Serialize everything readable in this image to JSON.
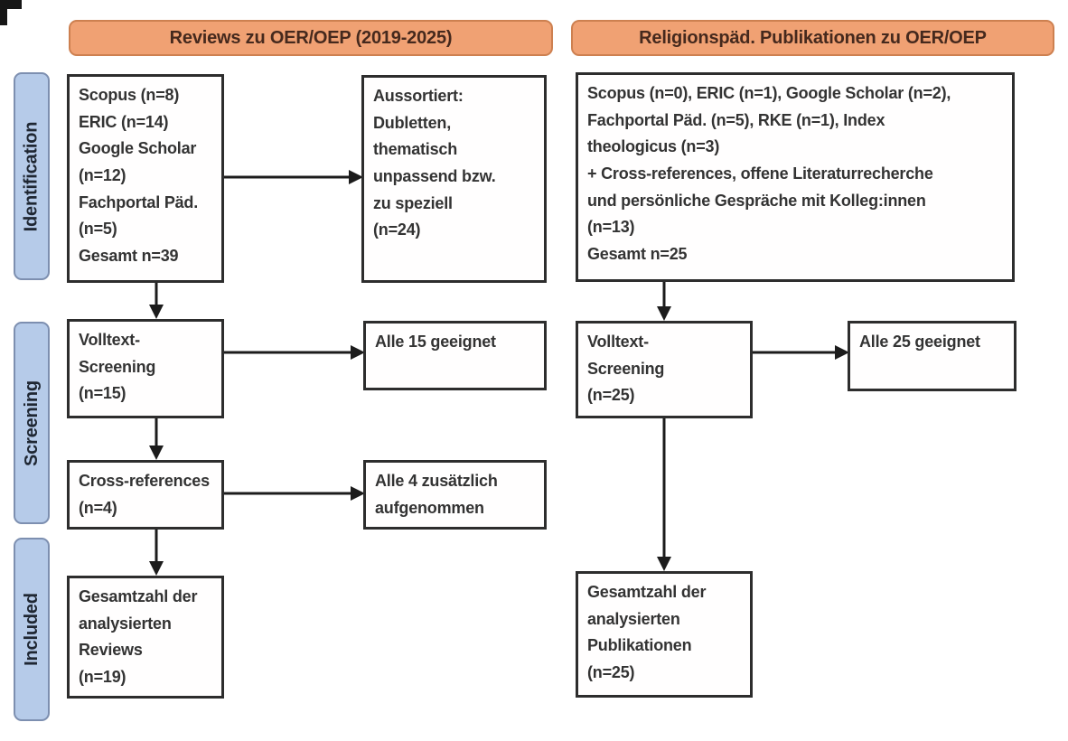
{
  "headers": {
    "left": "Reviews zu OER/OEP (2019-2025)",
    "right": "Religionspäd. Publikationen zu OER/OEP"
  },
  "stages": {
    "identification": "Identification",
    "screening": "Screening",
    "included": "Included"
  },
  "left": {
    "identification": "Scopus (n=8)\nERIC (n=14)\nGoogle Scholar\n(n=12)\nFachportal Päd.\n(n=5)\nGesamt n=39",
    "excluded": "Aussortiert:\nDubletten,\nthematisch\nunpassend bzw.\nzu speziell\n(n=24)",
    "fulltext": "Volltext-\nScreening\n(n=15)",
    "fulltext_result": "Alle 15 geeignet",
    "crossref": "Cross-references\n(n=4)",
    "crossref_result": "Alle 4 zusätzlich\naufgenommen",
    "included": "Gesamtzahl der\nanalysierten\nReviews\n(n=19)"
  },
  "right": {
    "identification": "Scopus (n=0), ERIC (n=1), Google Scholar (n=2),\nFachportal Päd. (n=5), RKE (n=1), Index\ntheologicus (n=3)\n+ Cross-references, offene Literaturrecherche\nund persönliche Gespräche mit Kolleg:innen\n(n=13)\nGesamt n=25",
    "fulltext": "Volltext-\nScreening\n(n=25)",
    "fulltext_result": "Alle 25 geeignet",
    "included": "Gesamtzahl der\nanalysierten\nPublikationen\n(n=25)"
  },
  "colors": {
    "header_fill": "#f0a173",
    "header_border": "#cd8050",
    "header_text": "#45291d",
    "stage_fill": "#b6cbe9",
    "stage_border": "#7d8fb0",
    "box_border": "#2d2d2d",
    "box_text": "#333333",
    "arrow": "#1c1c1c",
    "page_bg": "#ffffff"
  }
}
